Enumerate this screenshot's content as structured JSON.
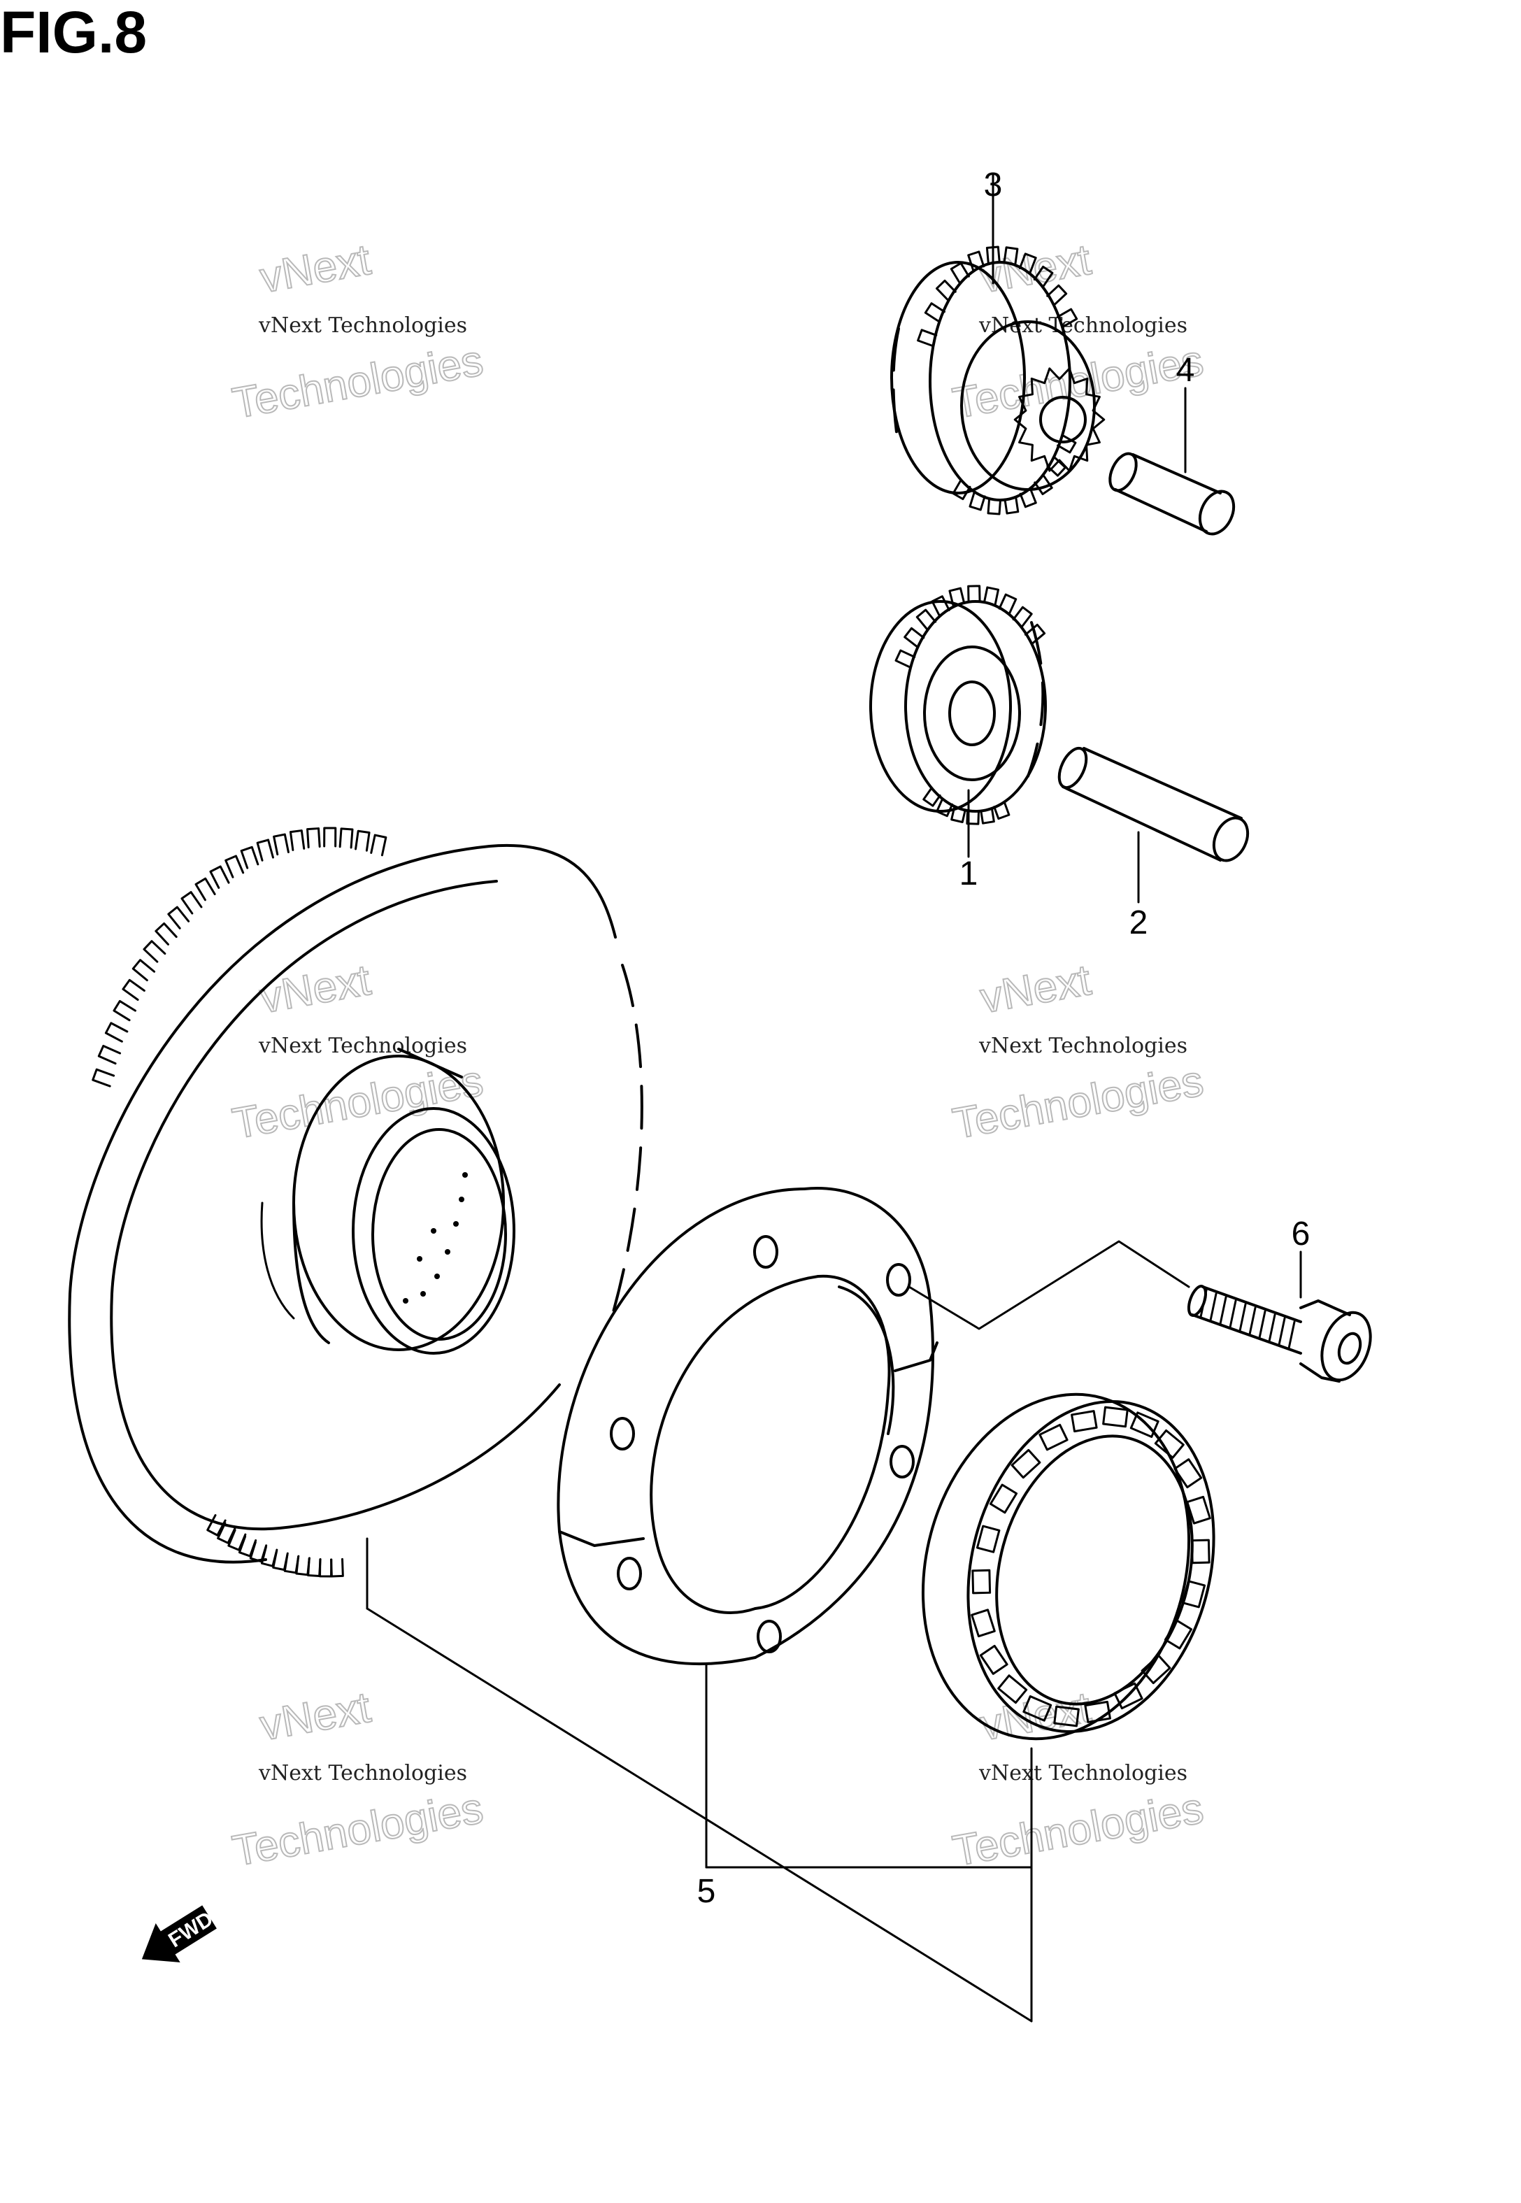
{
  "figure": {
    "title": "FIG.8"
  },
  "callouts": [
    {
      "id": "part-1",
      "text": "1"
    },
    {
      "id": "part-2",
      "text": "2"
    },
    {
      "id": "part-3",
      "text": "3"
    },
    {
      "id": "part-4",
      "text": "4"
    },
    {
      "id": "part-5",
      "text": "5"
    },
    {
      "id": "part-6",
      "text": "6"
    }
  ],
  "watermark": {
    "line_small": "vNext Technologies",
    "line_top": "vNext",
    "line_bottom": "Technologies"
  },
  "forward_arrow": {
    "text": "FWD"
  }
}
